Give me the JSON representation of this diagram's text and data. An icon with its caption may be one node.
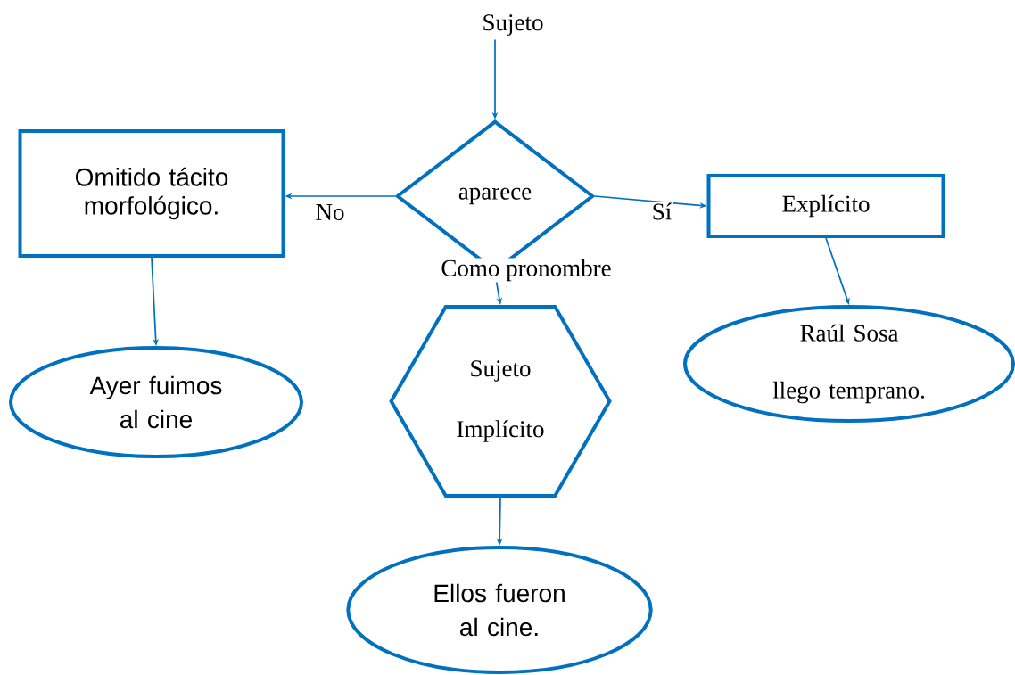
{
  "diagram": {
    "nodes": [
      {
        "text": [
          "Sujeto"
        ]
      },
      {
        "text": [
          "Omitido tácito morfológico."
        ]
      },
      {
        "text": [
          "aparece"
        ]
      },
      {
        "text": [
          "Explícito"
        ]
      },
      {
        "text": [
          "Sujeto Implícito"
        ]
      },
      {
        "text": [
          "Raúl Sosa llego temprano."
        ]
      },
      {
        "text": [
          "Ayer fuimos al cine"
        ]
      },
      {
        "text": [
          "Ellos fueron al cine."
        ]
      }
    ],
    "edges": [
      {
        "from": 0,
        "to": 2,
        "arrow": "to"
      },
      {
        "from": 2,
        "to": 1,
        "arrow": "to",
        "label": "No"
      },
      {
        "from": 2,
        "to": 3,
        "arrow": "to",
        "label": "Sí"
      },
      {
        "from": 2,
        "to": 4,
        "arrow": "to",
        "label": "Como pronombre"
      },
      {
        "from": 1,
        "to": 6,
        "arrow": "to"
      },
      {
        "from": 3,
        "to": 5,
        "arrow": "to"
      },
      {
        "from": 4,
        "to": 7,
        "arrow": "to"
      }
    ]
  }
}
